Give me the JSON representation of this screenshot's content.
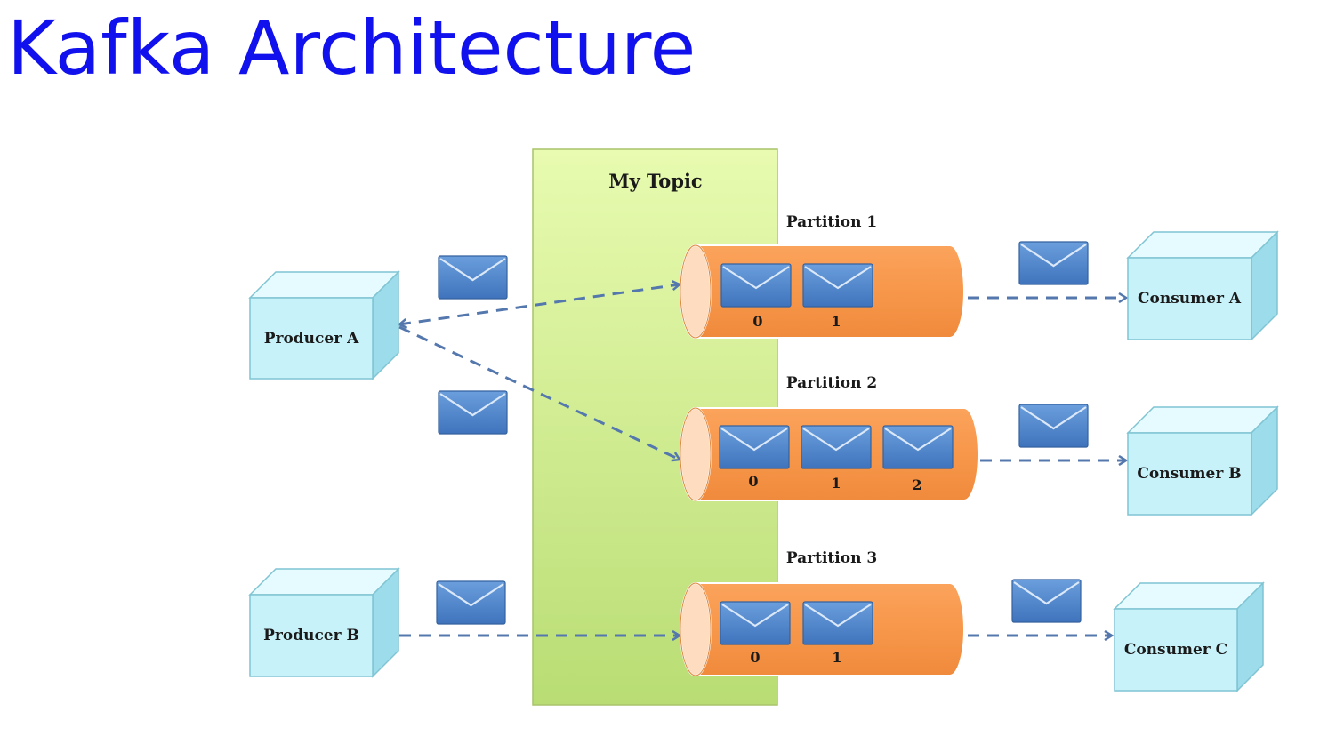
{
  "title": "Kafka Architecture",
  "topic": {
    "label": "My Topic"
  },
  "producers": [
    {
      "label": "Producer A"
    },
    {
      "label": "Producer B"
    }
  ],
  "partitions": [
    {
      "label": "Partition 1",
      "offsets": [
        "0",
        "1"
      ]
    },
    {
      "label": "Partition 2",
      "offsets": [
        "0",
        "1",
        "2"
      ]
    },
    {
      "label": "Partition 3",
      "offsets": [
        "0",
        "1"
      ]
    }
  ],
  "consumers": [
    {
      "label": "Consumer A"
    },
    {
      "label": "Consumer B"
    },
    {
      "label": "Consumer C"
    }
  ],
  "colors": {
    "title": "#1111ee",
    "topic_fill_top": "#e8fbb0",
    "topic_fill_bottom": "#b9dd74",
    "partition_fill": "#f89a4e",
    "box_fill": "#c8f2fa",
    "box_stroke": "#7fc4d3",
    "envelope_fill": "#4f86cc",
    "arrow": "#5478ad"
  },
  "icons": [
    "envelope-icon",
    "arrow-icon"
  ]
}
